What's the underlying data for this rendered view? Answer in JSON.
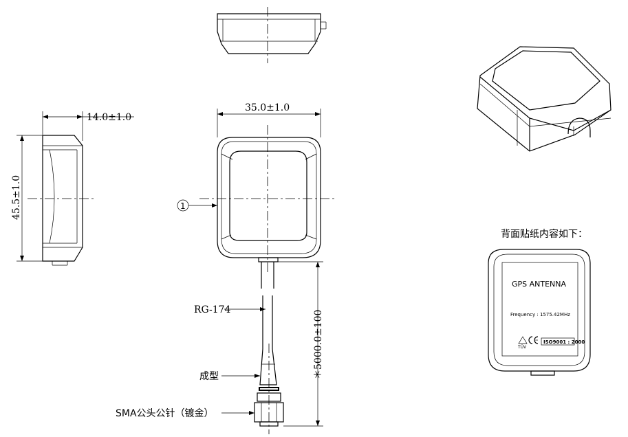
{
  "dimensions": {
    "height": "14.0±1.0",
    "width": "35.0±1.0",
    "length": "45.5±1.0",
    "cable_length": "＊5000.0±100"
  },
  "callouts": {
    "marker": "1",
    "cable": "RG-174",
    "molded": "成型",
    "connector": "SMA公头公针（镀金）"
  },
  "label": {
    "heading": "背面贴纸内容如下：",
    "product": "GPS ANTENNA",
    "frequency": "Frequency : 1575.42MHz",
    "cert_mark": "TÜV",
    "iso": "ISO9001 : 2000"
  }
}
